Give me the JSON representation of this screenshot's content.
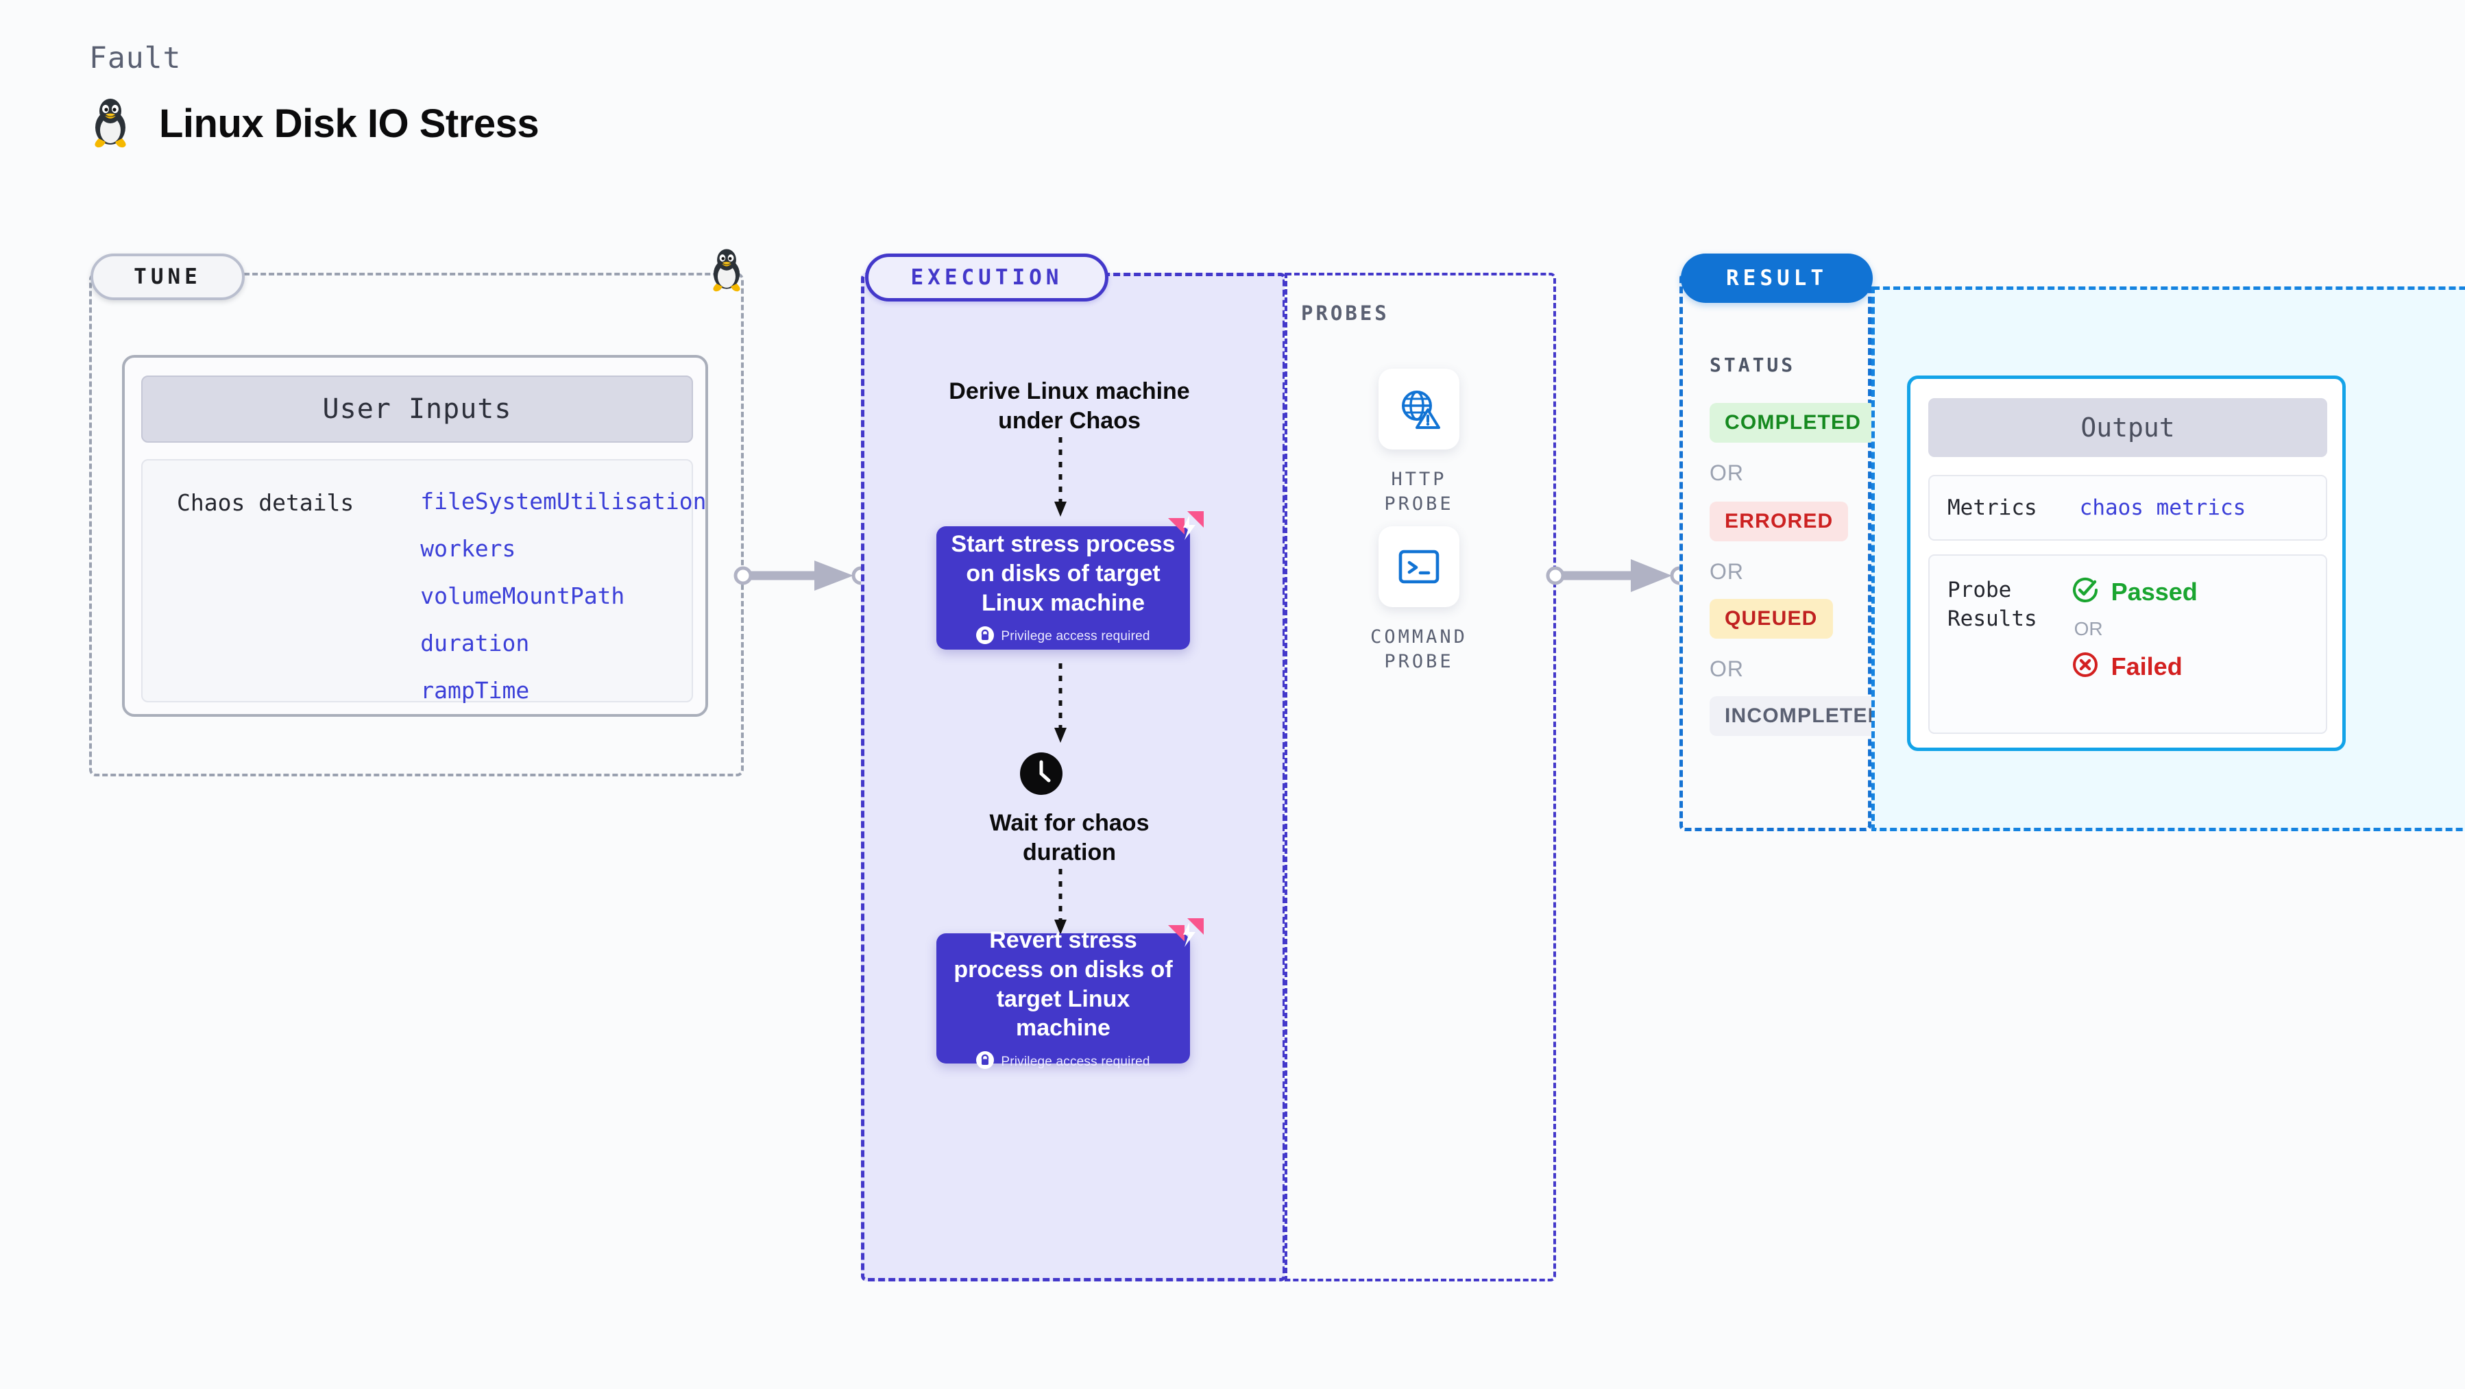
{
  "header": {
    "kicker": "Fault",
    "title": "Linux Disk IO Stress",
    "icon": "tux-penguin-icon"
  },
  "tune": {
    "pill_label": "TUNE",
    "corner_icon": "tux-penguin-icon",
    "card": {
      "heading": "User Inputs",
      "row_label": "Chaos details",
      "params": [
        "fileSystemUtilisation",
        "workers",
        "volumeMountPath",
        "duration",
        "rampTime"
      ]
    }
  },
  "execution": {
    "pill_label": "EXECUTION",
    "steps": [
      {
        "type": "text",
        "label": "Derive Linux machine\nunder Chaos"
      },
      {
        "type": "node",
        "label": "Start stress process on disks of target Linux machine",
        "privilege_note": "Privilege access required",
        "privilege_icon": "lock-icon",
        "badge_icon": "chaos-bolt-icon"
      },
      {
        "type": "wait",
        "icon": "clock-icon",
        "label": "Wait for chaos\nduration"
      },
      {
        "type": "node",
        "label": "Revert stress process on disks of target Linux machine",
        "privilege_note": "Privilege access required",
        "privilege_icon": "lock-icon",
        "badge_icon": "chaos-bolt-icon"
      }
    ]
  },
  "probes": {
    "section_label": "PROBES",
    "items": [
      {
        "label": "HTTP PROBE",
        "icon": "globe-warning-icon"
      },
      {
        "label": "COMMAND\nPROBE",
        "icon": "terminal-icon"
      }
    ]
  },
  "result": {
    "pill_label": "RESULT",
    "status_label": "STATUS",
    "or_label": "OR",
    "statuses": [
      {
        "label": "COMPLETED",
        "text_color": "#15891f",
        "bg_color": "#dcf5dc"
      },
      {
        "label": "ERRORED",
        "text_color": "#cc2121",
        "bg_color": "#fbe4e4"
      },
      {
        "label": "QUEUED",
        "text_color": "#c02020",
        "bg_color": "#fdeec2"
      },
      {
        "label": "INCOMPLETED",
        "text_color": "#5a6072",
        "bg_color": "#f0f1f6"
      }
    ]
  },
  "output": {
    "heading": "Output",
    "metrics_label": "Metrics",
    "metrics_value": "chaos metrics",
    "probe_results_label": "Probe\nResults",
    "probe_passed": "Passed",
    "probe_failed": "Failed",
    "or_label": "OR",
    "passed_icon": "check-circle-icon",
    "failed_icon": "x-circle-icon"
  },
  "colors": {
    "indigo": "#4338ca",
    "blue": "#1173d4",
    "cyan": "#13a3e8",
    "pink": "#f9548d",
    "gray_dash": "#9aa1b0",
    "arrow": "#b0b2c4"
  }
}
